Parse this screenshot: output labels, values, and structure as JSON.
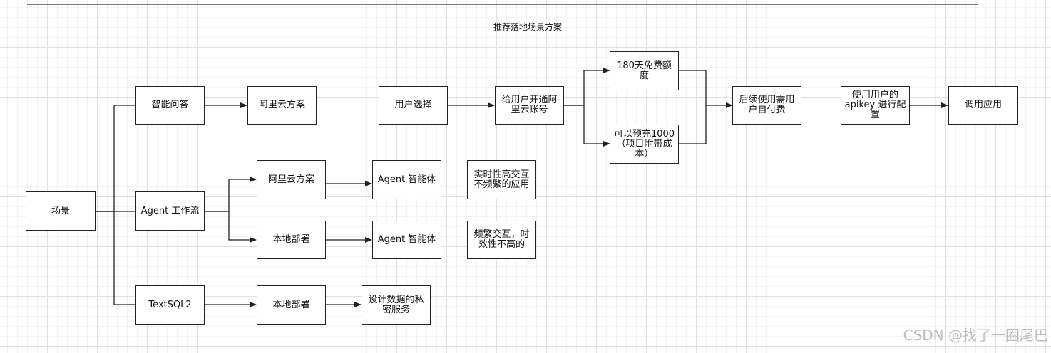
{
  "title": "推荐落地场景方案",
  "watermark": "CSDN @找了一圈尾巴",
  "nodes": {
    "scene": "场景",
    "qa": "智能问答",
    "aliyun_top": "阿里云方案",
    "agent_workflow": "Agent 工作流",
    "aliyun_mid": "阿里云方案",
    "agent_body_1": "Agent 智能体",
    "note_realtime": "实时性高交互不频繁的应用",
    "local_deploy_1": "本地部署",
    "agent_body_2": "Agent 智能体",
    "note_frequent": "频繁交互，时效性不高的",
    "textsql": "TextSQL2",
    "local_deploy_2": "本地部署",
    "private_service": "设计数据的私密服务",
    "user_choice": "用户选择",
    "open_account": "给用户开通阿里云账号",
    "free_quota": "180天免费额度",
    "prepay": "可以预充1000（项目附带成本）",
    "self_pay": "后续使用需用户自付费",
    "apikey_config": "使用用户的apikey 进行配置",
    "invoke_app": "调用应用"
  },
  "colors": {
    "line": "#222222",
    "grid_major": "#e0e0e0",
    "grid_minor": "#f3f3f3"
  }
}
